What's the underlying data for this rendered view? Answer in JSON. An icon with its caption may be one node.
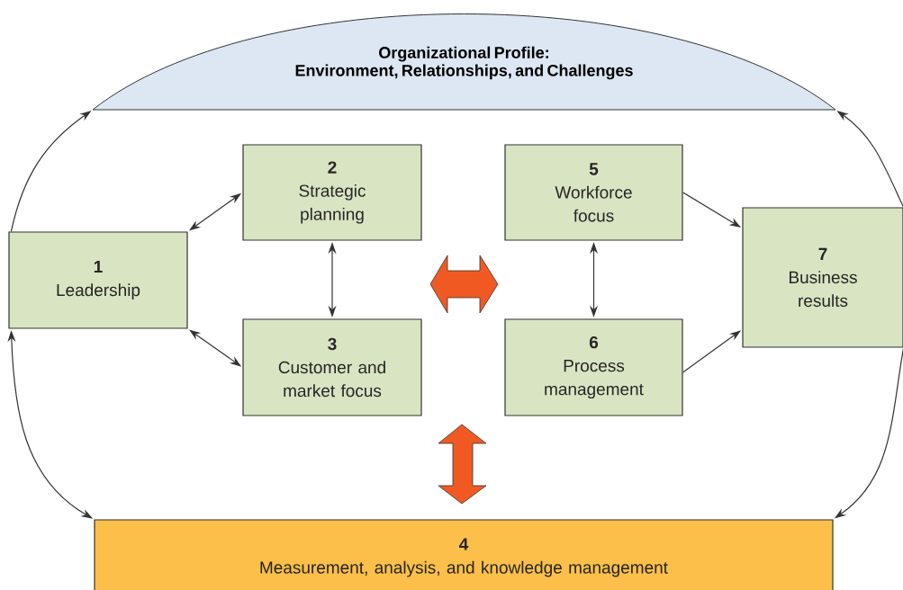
{
  "diagram": {
    "nodes": [
      {
        "text": [
          "Organizational Profile:",
          "Environment, Relationships, and Challenges"
        ]
      },
      {
        "text": [
          "1",
          "Leadership"
        ]
      },
      {
        "text": [
          "2",
          "Strategic planning"
        ]
      },
      {
        "text": [
          "3",
          "Customer and market focus"
        ]
      },
      {
        "text": [
          "5",
          "Workforce focus"
        ]
      },
      {
        "text": [
          "6",
          "Process management"
        ]
      },
      {
        "text": [
          "7",
          "Business results"
        ]
      },
      {
        "text": [
          "4",
          "Measurement, analysis, and knowledge management"
        ]
      }
    ],
    "edges": [
      {
        "from": 1,
        "to": 0,
        "arrow": "to"
      },
      {
        "from": 6,
        "to": 0,
        "arrow": "to"
      },
      {
        "from": 1,
        "to": 2,
        "arrow": "both"
      },
      {
        "from": 1,
        "to": 3,
        "arrow": "both"
      },
      {
        "from": 2,
        "to": 3,
        "arrow": "both"
      },
      {
        "from": 4,
        "to": 5,
        "arrow": "both"
      },
      {
        "from": 4,
        "to": 6,
        "arrow": "to"
      },
      {
        "from": 5,
        "to": 6,
        "arrow": "to"
      },
      {
        "from": 1,
        "to": 7,
        "arrow": "both"
      },
      {
        "from": 6,
        "to": 7,
        "arrow": "to"
      }
    ]
  }
}
